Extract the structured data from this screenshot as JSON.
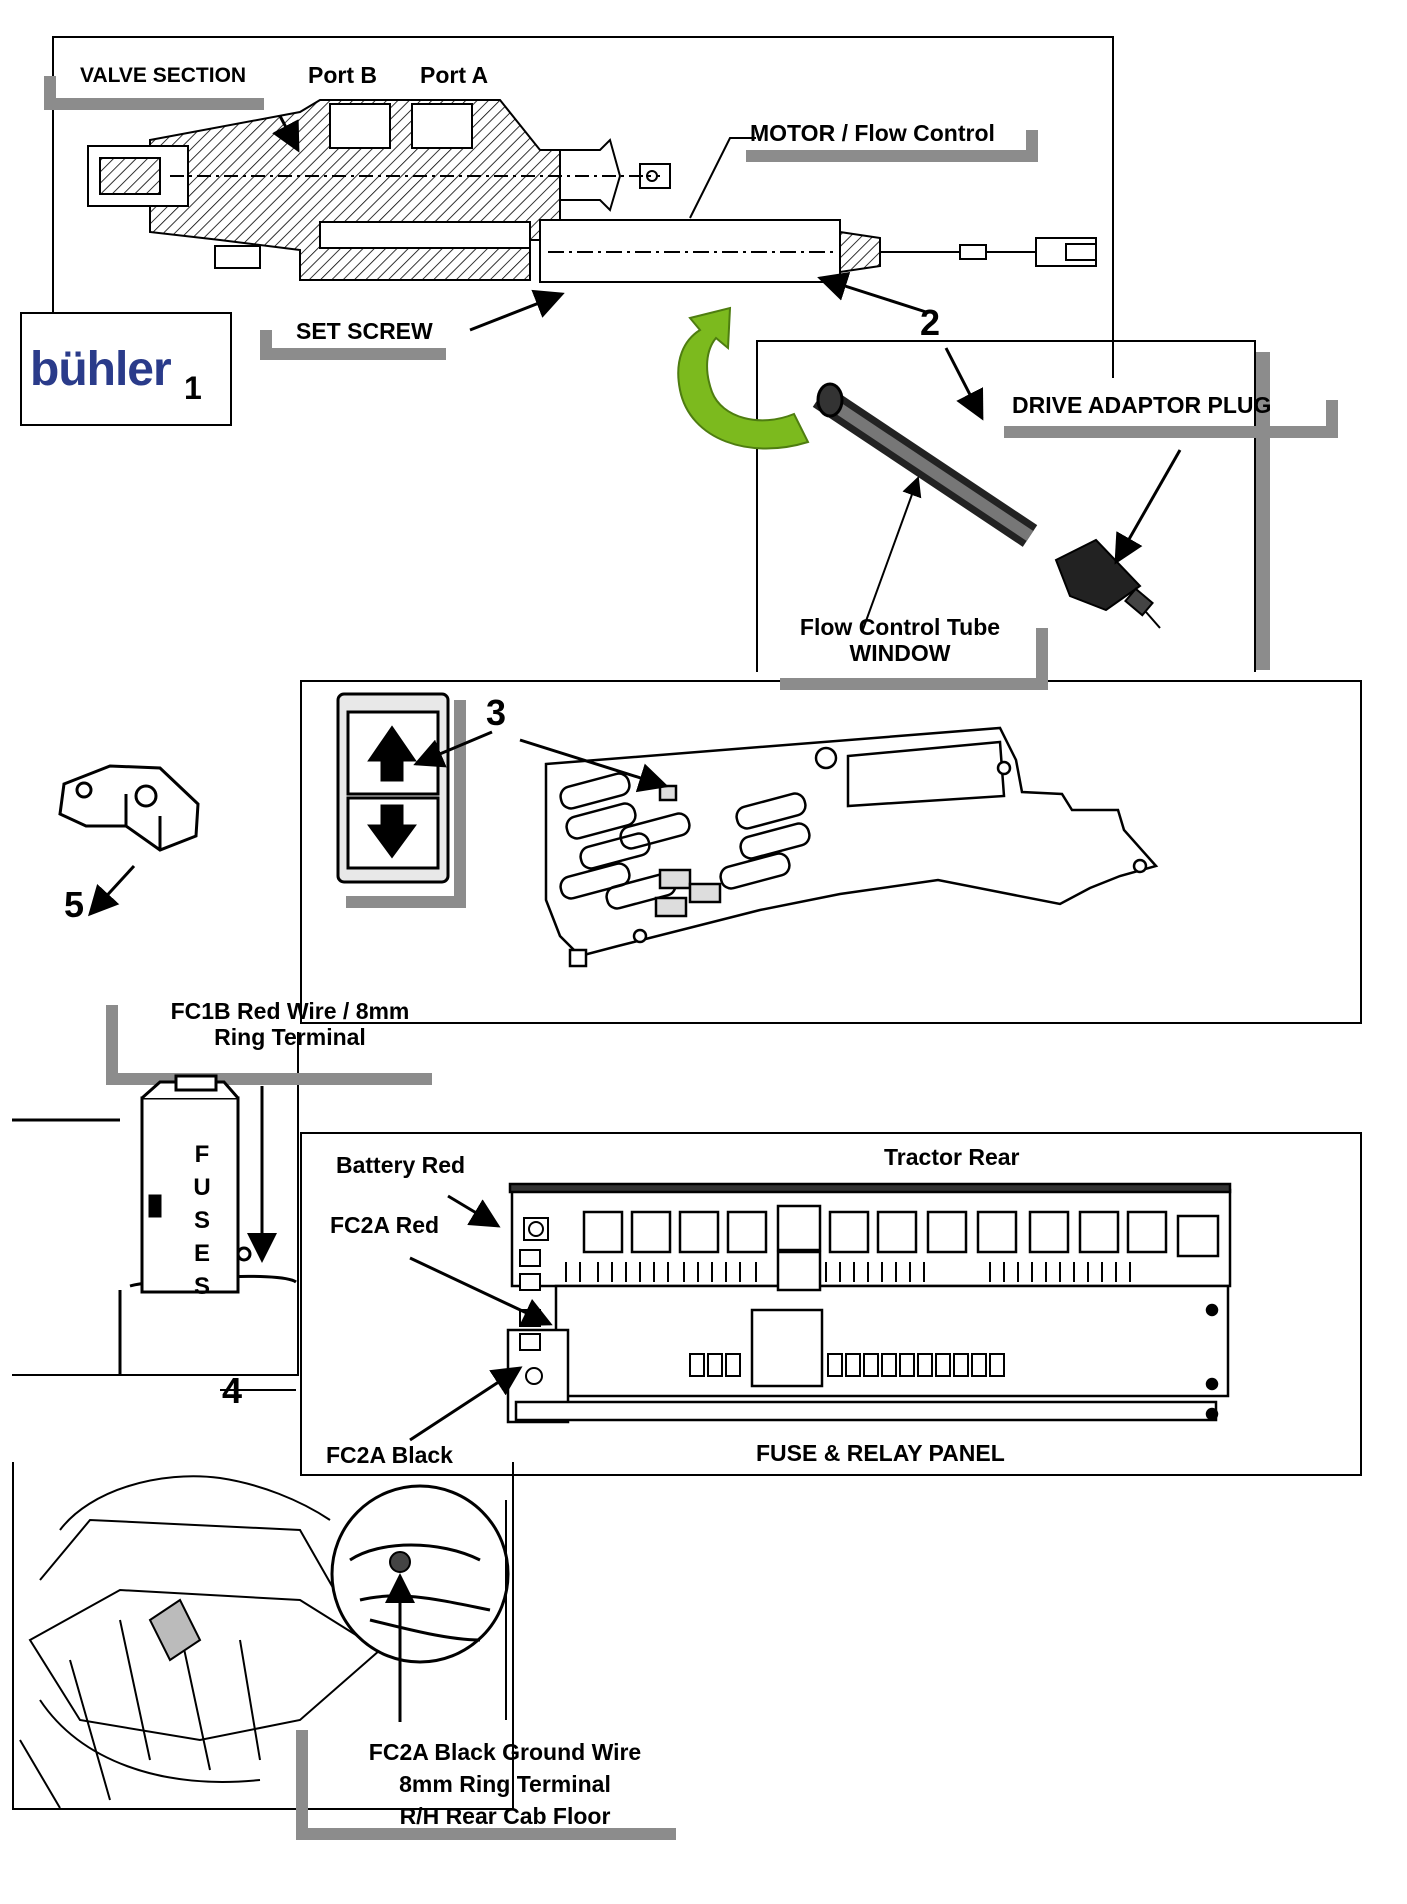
{
  "logo": {
    "brand": "bühler",
    "number": "1",
    "brand_color": "#2a3b8a"
  },
  "labels": {
    "valve_section": "VALVE  SECTION",
    "port_b": "Port B",
    "port_a": "Port A",
    "motor_flow_control": "MOTOR / Flow Control",
    "set_screw": "SET SCREW",
    "drive_adaptor_plug": "DRIVE  ADAPTOR  PLUG",
    "flow_control_tube": "Flow Control Tube",
    "window": "WINDOW",
    "fc1b_line1": "FC1B  Red Wire / 8mm",
    "fc1b_line2": "Ring Terminal",
    "fuses": [
      "F",
      "U",
      "S",
      "E",
      "S"
    ],
    "battery_red": "Battery  Red",
    "tractor_rear": "Tractor Rear",
    "fc2a_red": "FC2A  Red",
    "fc2a_black": "FC2A  Black",
    "fuse_relay_panel": "FUSE & RELAY  PANEL",
    "ground_line1": "FC2A  Black Ground Wire",
    "ground_line2": "8mm Ring Terminal",
    "ground_line3": "R/H Rear Cab Floor"
  },
  "callouts": {
    "n2": "2",
    "n3": "3",
    "n4": "4",
    "n5": "5"
  },
  "colors": {
    "label_bar": "#8c8c8c",
    "arrow_green": "#7cba1e",
    "arrow_green_dark": "#4e7d10"
  }
}
